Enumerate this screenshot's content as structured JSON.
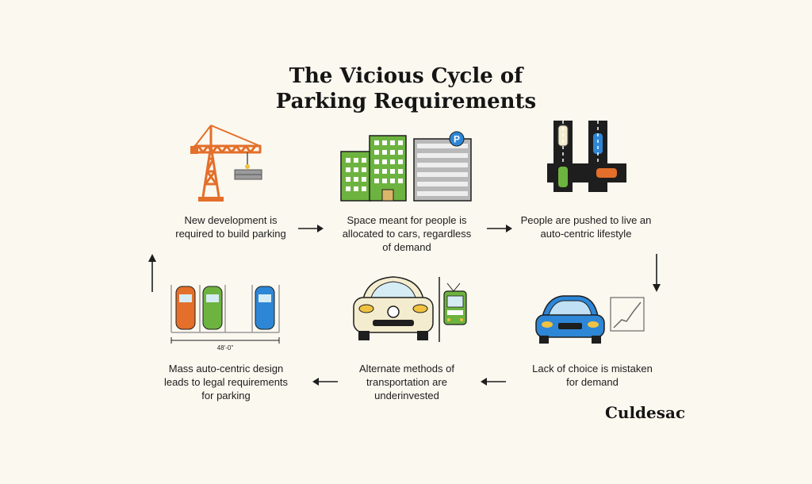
{
  "title": {
    "line1": "The Vicious Cycle of",
    "line2": "Parking Requirements"
  },
  "steps": [
    {
      "lines": [
        "New development is",
        "required to build parking"
      ],
      "icon": "construction-crane-icon"
    },
    {
      "lines": [
        "Space meant for people is",
        "allocated to cars, regardless",
        "of demand"
      ],
      "icon": "buildings-parking-garage-icon"
    },
    {
      "lines": [
        "People are pushed to live an",
        "auto-centric lifestyle"
      ],
      "icon": "road-intersection-cars-icon"
    },
    {
      "lines": [
        "Lack of choice is mistaken",
        "for demand"
      ],
      "icon": "car-and-rising-chart-icon"
    },
    {
      "lines": [
        "Alternate methods of",
        "transportation are",
        "underinvested"
      ],
      "icon": "car-and-tram-icon"
    },
    {
      "lines": [
        "Mass auto-centric design",
        "leads to legal requirements",
        "for parking"
      ],
      "icon": "parking-lot-icon"
    }
  ],
  "parking_dimension": "48'-0\"",
  "parking_sign": "P",
  "brand": "Culdesac",
  "colors": {
    "background": "#fbf8ef",
    "orange": "#e36f2a",
    "green": "#6db33f",
    "blue": "#2e86d6",
    "gray": "#8d8d8d",
    "cream": "#f4eccf"
  }
}
